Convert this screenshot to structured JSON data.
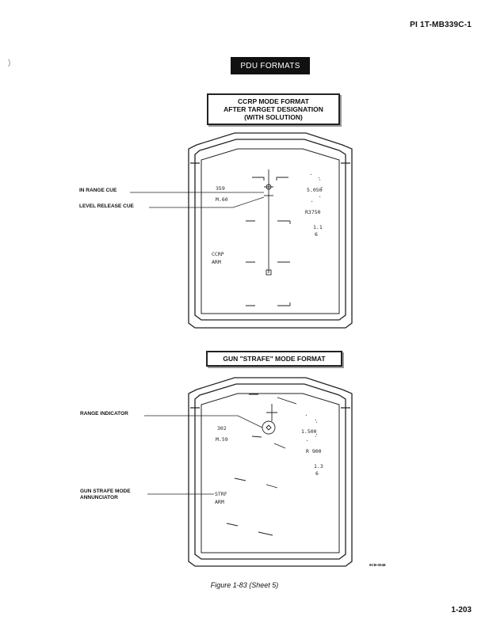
{
  "header": {
    "doc_id": "PI 1T-MB339C-1"
  },
  "banner": {
    "label": "PDU FORMATS"
  },
  "fig1": {
    "title_lines": [
      "CCRP MODE FORMAT",
      "AFTER TARGET DESIGNATION",
      "(WITH SOLUTION)"
    ],
    "callouts": {
      "in_range_cue": "IN RANGE CUE",
      "level_release_cue": "LEVEL RELEASE CUE"
    },
    "hud": {
      "heading": "359",
      "mach": "M.60",
      "range": "5.050",
      "altitude": "R3750",
      "g_load": "1.1",
      "g_max": "6",
      "mode": "CCRP",
      "arm": "ARM"
    }
  },
  "fig2": {
    "title_lines": [
      "GUN \"STRAFE\" MODE FORMAT"
    ],
    "callouts": {
      "range_indicator": "RANGE INDICATOR",
      "gun_strafe_mode": [
        "GUN STRAFE MODE",
        "ANNUNCIATOR"
      ]
    },
    "hud": {
      "heading": "302",
      "mach": "M.59",
      "range": "1.500",
      "altitude": "R 900",
      "g_load": "1.3",
      "g_max": "6",
      "mode": "STRF",
      "arm": "ARM"
    }
  },
  "footer": {
    "figure_id": "9CB-0048",
    "caption": "Figure 1-83 (Sheet 5)",
    "page_number": "1-203"
  }
}
